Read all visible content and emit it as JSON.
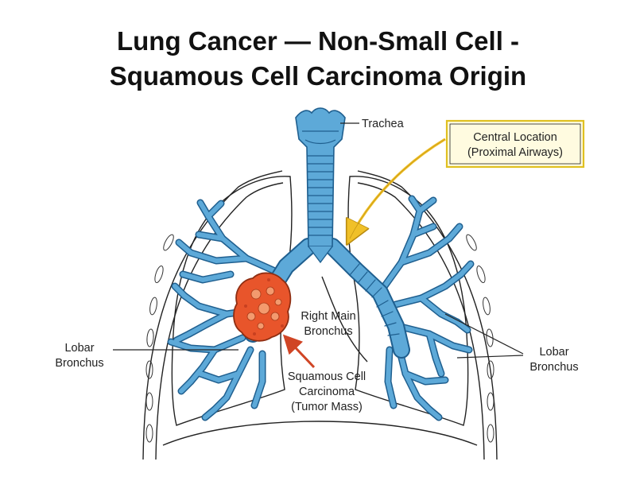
{
  "title": {
    "line1": "Lung Cancer — Non-Small Cell -",
    "line2": "Squamous Cell Carcinoma Origin"
  },
  "labels": {
    "trachea": "Trachea",
    "central_location": {
      "line1": "Central Location",
      "line2": "(Proximal Airways)"
    },
    "right_main_bronchus": {
      "line1": "Right Main",
      "line2": "Bronchus"
    },
    "tumor": {
      "line1": "Squamous Cell",
      "line2": "Carcinoma",
      "line3": "(Tumor Mass)"
    },
    "lobar_left": {
      "line1": "Lobar",
      "line2": "Bronchus"
    },
    "lobar_right": {
      "line1": "Lobar",
      "line2": "Bronchus"
    }
  },
  "colors": {
    "airway_fill": "#5da9d8",
    "airway_stroke": "#1f5f8f",
    "tumor_fill": "#e8552b",
    "tumor_stroke": "#8f2e12",
    "highlight_box_border": "#e0c020",
    "highlight_box_fill": "#fffbe0",
    "highlight_arrow": "#f0c028",
    "tumor_arrow": "#d04525",
    "outline": "#222222"
  }
}
